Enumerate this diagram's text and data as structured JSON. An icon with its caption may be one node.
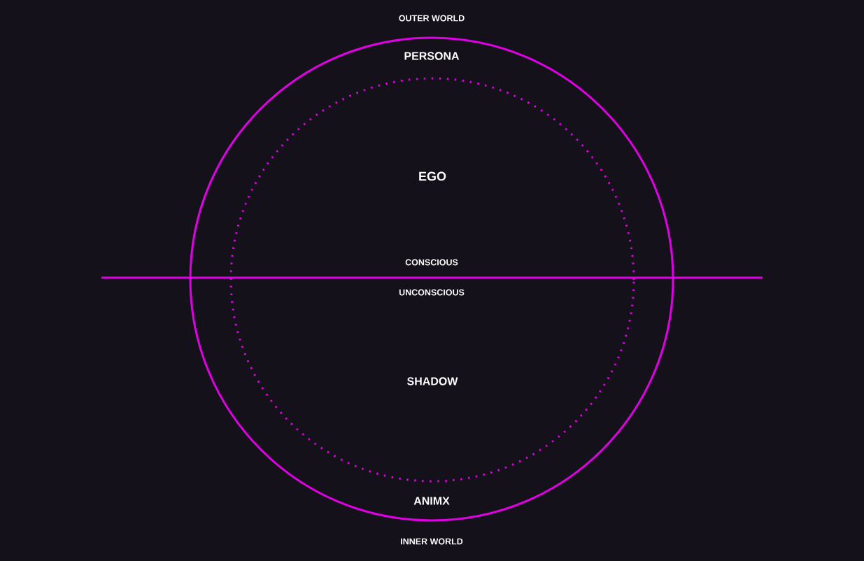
{
  "diagram": {
    "nodes": [
      {
        "text": [
          "PERSONA",
          "ANIMX"
        ]
      },
      {
        "text": [
          "EGO",
          "SHADOW"
        ],
        "in": 0
      }
    ],
    "labels": [
      "OUTER WORLD",
      "CONSCIOUS",
      "UNCONSCIOUS",
      "INNER WORLD"
    ]
  }
}
